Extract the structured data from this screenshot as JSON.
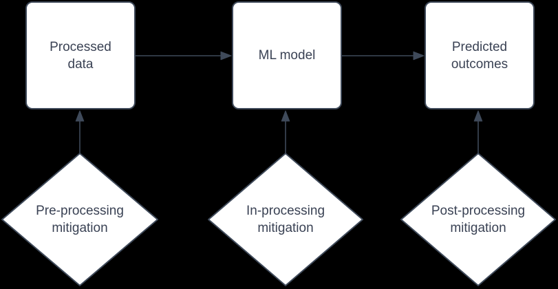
{
  "diagram": {
    "title": "ML bias mitigation pipeline flowchart",
    "colors": {
      "background": "#000000",
      "shape_fill": "#ffffff",
      "stroke": "#3f4a5a",
      "text": "#3a4254"
    },
    "process_nodes": [
      {
        "id": "processed-data",
        "label": "Processed\ndata"
      },
      {
        "id": "ml-model",
        "label": "ML model"
      },
      {
        "id": "predicted-outcomes",
        "label": "Predicted\noutcomes"
      }
    ],
    "mitigation_nodes": [
      {
        "id": "pre-processing-mitigation",
        "label": "Pre-processing\nmitigation"
      },
      {
        "id": "in-processing-mitigation",
        "label": "In-processing\nmitigation"
      },
      {
        "id": "post-processing-mitigation",
        "label": "Post-processing\nmitigation"
      }
    ],
    "edges": [
      {
        "from": "Processed data",
        "to": "ML model"
      },
      {
        "from": "ML model",
        "to": "Predicted outcomes"
      },
      {
        "from": "Pre-processing mitigation",
        "to": "Processed data"
      },
      {
        "from": "In-processing mitigation",
        "to": "ML model"
      },
      {
        "from": "Post-processing mitigation",
        "to": "Predicted outcomes"
      }
    ]
  }
}
